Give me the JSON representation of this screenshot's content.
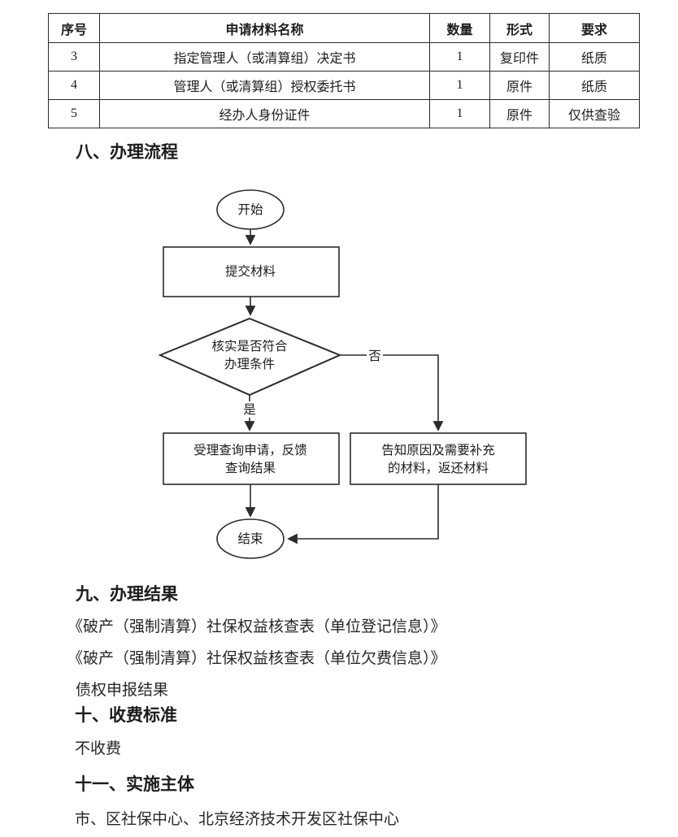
{
  "table": {
    "headers": [
      "序号",
      "申请材料名称",
      "数量",
      "形式",
      "要求"
    ],
    "rows": [
      {
        "no": "3",
        "name": "指定管理人（或清算组）决定书",
        "qty": "1",
        "form": "复印件",
        "req": "纸质"
      },
      {
        "no": "4",
        "name": "管理人（或清算组）授权委托书",
        "qty": "1",
        "form": "原件",
        "req": "纸质"
      },
      {
        "no": "5",
        "name": "经办人身份证件",
        "qty": "1",
        "form": "原件",
        "req": "仅供查验"
      }
    ]
  },
  "sections": {
    "process": {
      "heading": "八、办理流程"
    },
    "result": {
      "heading": "九、办理结果",
      "lines": [
        "《破产（强制清算）社保权益核查表（单位登记信息）》",
        "《破产（强制清算）社保权益核查表（单位欠费信息）》",
        "债权申报结果"
      ]
    },
    "fee": {
      "heading": "十、收费标准",
      "body": "不收费"
    },
    "implementer": {
      "heading": "十一、实施主体",
      "body": "市、区社保中心、北京经济技术开发区社保中心"
    }
  },
  "flowchart": {
    "start": "开始",
    "submit": "提交材料",
    "decision_line1": "核实是否符合",
    "decision_line2": "办理条件",
    "yes_label": "是",
    "no_label": "否",
    "accept_line1": "受理查询申请，反馈",
    "accept_line2": "查询结果",
    "reject_line1": "告知原因及需要补充",
    "reject_line2": "的材料，返还材料",
    "end": "结束"
  },
  "colors": {
    "ink": "#1c1c1c",
    "line": "#2b2b2b",
    "paper": "#ffffff"
  }
}
